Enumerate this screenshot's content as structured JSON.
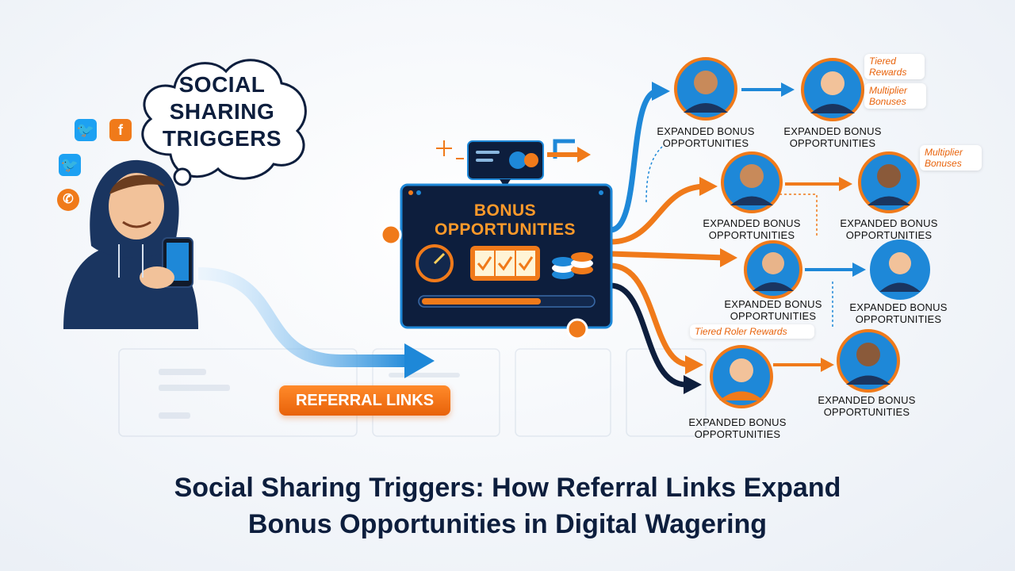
{
  "cloud": {
    "line1": "SOCIAL",
    "line2": "SHARING",
    "line3": "TRIGGERS"
  },
  "referral_label": "REFERRAL LINKS",
  "bonus_panel": {
    "line1": "BONUS",
    "line2": "OPPORTUNITIES"
  },
  "node_label_line1": "EXPANDED BONUS",
  "node_label_line2": "OPPORTUNITIES",
  "tags": {
    "tiered_rewards": "Tiered Rewards",
    "multiplier_bonuses_1": "Multiplier Bonuses",
    "multiplier_bonuses_2": "Multiplier Bonuses",
    "tiered_roller_rewards": "Tiered Roler Rewards"
  },
  "headline": {
    "line1": "Social Sharing Triggers: How Referral Links Expand",
    "line2": "Bonus Opportunities in Digital Wagering"
  },
  "colors": {
    "navy": "#0d1e3d",
    "blue": "#1e88d8",
    "orange": "#f07a1a"
  },
  "icons": [
    "twitter-icon",
    "facebook-icon",
    "whatsapp-icon",
    "person-avatar-icon",
    "slot-machine-icon",
    "casino-chip-icon"
  ]
}
